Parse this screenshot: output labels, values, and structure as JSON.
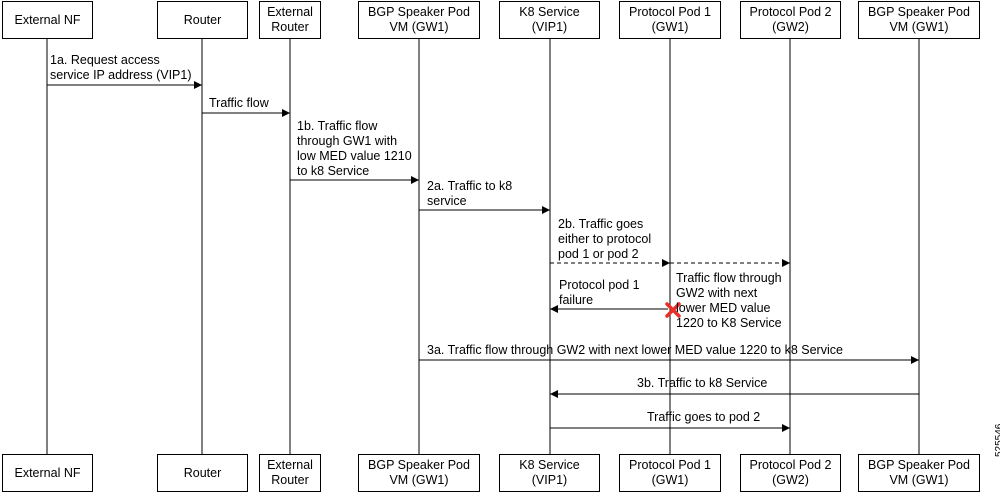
{
  "participants": [
    {
      "id": "external-nf",
      "label": "External NF"
    },
    {
      "id": "router",
      "label": "Router"
    },
    {
      "id": "external-router",
      "label": "External\nRouter"
    },
    {
      "id": "bgp-speaker-gw1-a",
      "label": "BGP Speaker Pod\nVM (GW1)"
    },
    {
      "id": "k8-service",
      "label": "K8 Service\n(VIP1)"
    },
    {
      "id": "protocol-pod-1",
      "label": "Protocol Pod 1\n(GW1)"
    },
    {
      "id": "protocol-pod-2",
      "label": "Protocol Pod 2\n(GW2)"
    },
    {
      "id": "bgp-speaker-gw1-b",
      "label": "BGP Speaker Pod\nVM (GW1)"
    }
  ],
  "messages": [
    {
      "id": "msg-1a",
      "label": "1a. Request access\nservice IP address (VIP1)",
      "from": 0,
      "to": 1,
      "style": "solid"
    },
    {
      "id": "msg-traffic-flow",
      "label": "Traffic flow",
      "from": 1,
      "to": 2,
      "style": "solid"
    },
    {
      "id": "msg-1b",
      "label": "1b. Traffic flow\nthrough GW1 with\nlow MED value 1210\nto k8 Service",
      "from": 2,
      "to": 3,
      "style": "solid"
    },
    {
      "id": "msg-2a",
      "label": "2a. Traffic to k8\nservice",
      "from": 3,
      "to": 4,
      "style": "solid"
    },
    {
      "id": "msg-2b",
      "label": "2b. Traffic goes\neither to protocol\npod 1 or pod 2",
      "from": 4,
      "to": 5,
      "style": "dashed"
    },
    {
      "id": "msg-2b-pod2",
      "label": "",
      "from": 5,
      "to": 6,
      "style": "dashed"
    },
    {
      "id": "msg-failure",
      "label": "Protocol pod 1\nfailure",
      "from": 5,
      "to": 4,
      "style": "solid"
    },
    {
      "id": "msg-3a",
      "label": "3a. Traffic flow through GW2 with next lower MED value 1220 to k8 Service",
      "from": 3,
      "to": 7,
      "style": "solid"
    },
    {
      "id": "msg-3b",
      "label": "3b. Traffic to k8 Service",
      "from": 7,
      "to": 4,
      "style": "solid"
    },
    {
      "id": "msg-pod2",
      "label": "Traffic goes to pod 2",
      "from": 4,
      "to": 6,
      "style": "solid"
    }
  ],
  "notes": [
    {
      "id": "note-gw2",
      "label": "Traffic flow through\nGW2 with next\nlower MED value\n1220 to K8 Service"
    }
  ],
  "failure_marker": {
    "icon": "x-icon",
    "color": "#e8302a"
  },
  "figure_id": "525546"
}
